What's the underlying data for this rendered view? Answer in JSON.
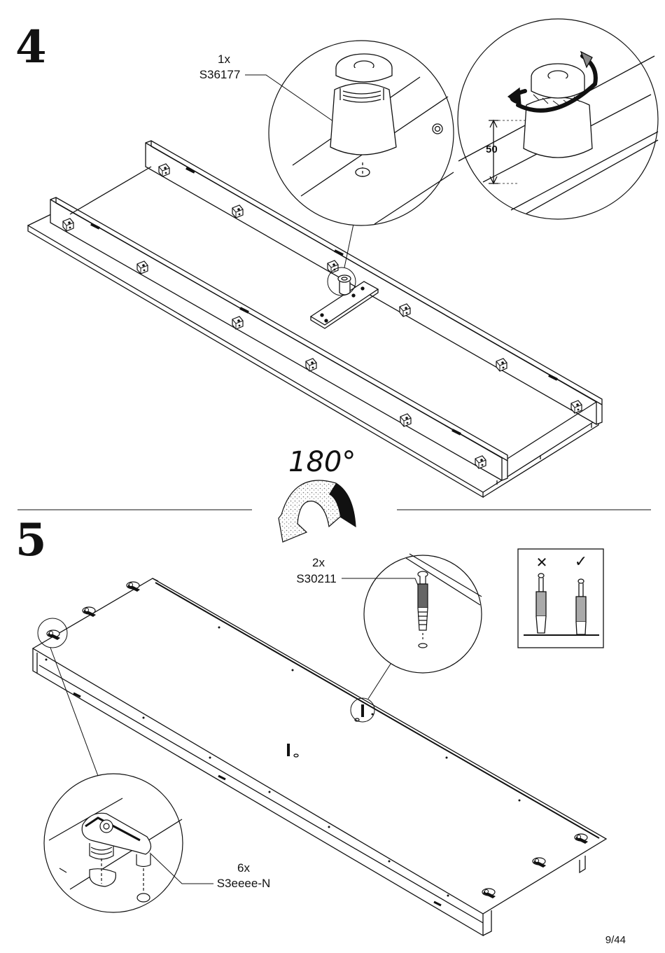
{
  "step4": {
    "number": "4",
    "callout_qty": "1x",
    "callout_part": "S36177",
    "dimension": "50"
  },
  "rotation": {
    "label": "180°"
  },
  "step5": {
    "number": "5",
    "callout1_qty": "2x",
    "callout1_part": "S30211",
    "callout2_qty": "6x",
    "callout2_part": "S3eeee-N",
    "wrong_mark": "✕",
    "right_mark": "✓"
  },
  "footer": {
    "page": "9/44"
  }
}
